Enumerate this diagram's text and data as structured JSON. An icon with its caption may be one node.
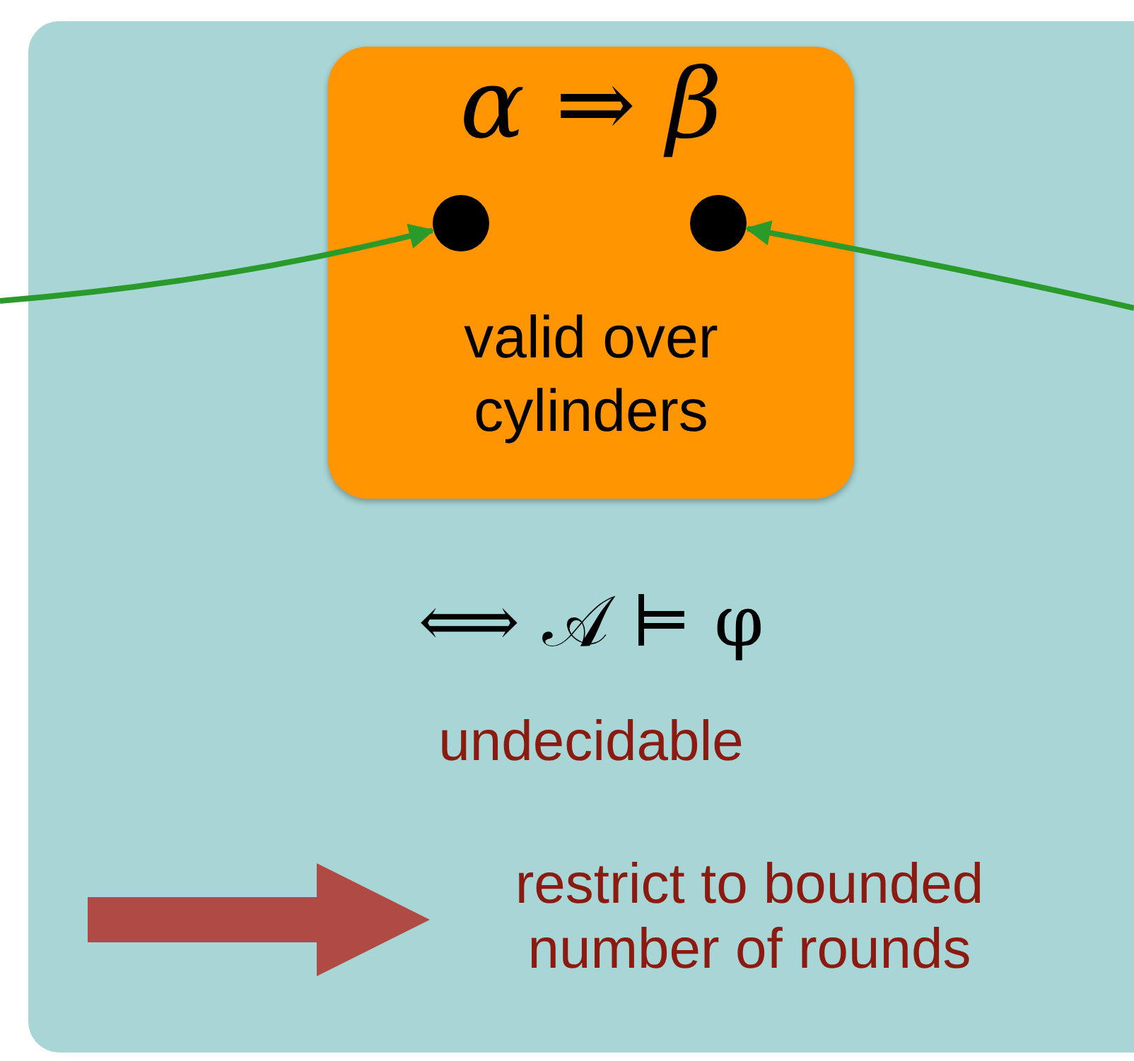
{
  "diagram": {
    "nodes": [
      {
        "text": [],
        "shape": "box"
      },
      {
        "text": [
          "α ⇒ β",
          "valid over cylinders"
        ],
        "in": 0
      },
      {
        "text": [],
        "shape": "circle",
        "in": 1
      },
      {
        "text": [],
        "shape": "circle",
        "in": 1
      },
      {
        "text": [
          "restrict to bounded number of rounds"
        ],
        "in": 0
      }
    ],
    "edges": [
      {
        "from": null,
        "to": 2,
        "arrow": "to"
      },
      {
        "from": null,
        "to": 3,
        "arrow": "to"
      },
      {
        "from": null,
        "to": 4,
        "arrow": "to",
        "style": "thick",
        "color": "#b04a45"
      }
    ],
    "labels": [
      "⟺ 𝒜 ⊨ φ",
      "undecidable"
    ]
  }
}
